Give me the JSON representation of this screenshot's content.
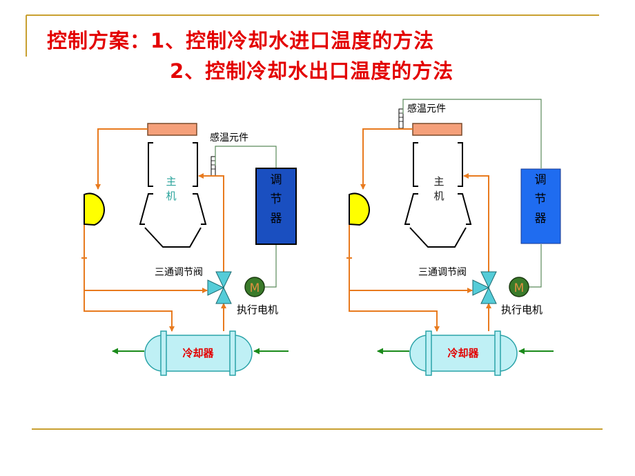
{
  "slide": {
    "title_line1": "控制方案：1、控制冷却水进口温度的方法",
    "title_line2": "2、控制冷却水出口温度的方法"
  },
  "diagram_left": {
    "sensor_label": "感温元件",
    "engine_label": [
      "主",
      "机"
    ],
    "regulator_label": [
      "调",
      "节",
      "器"
    ],
    "valve_label": "三通调节阀",
    "motor_label": "执行电机",
    "motor_symbol": "M",
    "cooler_label": "冷却器",
    "regulator_color": "#1a4fc0",
    "engine_label_color": "#2aa39b"
  },
  "diagram_right": {
    "sensor_label": "感温元件",
    "engine_label": [
      "主",
      "机"
    ],
    "regulator_label": [
      "调",
      "节",
      "器"
    ],
    "valve_label": "三通调节阀",
    "motor_label": "执行电机",
    "motor_symbol": "M",
    "cooler_label": "冷却器",
    "regulator_color": "#1f6cf0",
    "engine_label_color": "#222222"
  },
  "colors": {
    "title": "#e30000",
    "pipe": "#e87a1e",
    "signal_line": "#5a8a5a",
    "pump": "#ffff00",
    "cooler": "#bff0f5",
    "cooler_stroke": "#2aa3a8",
    "valve": "#55ccd8",
    "motor": "#3a7a2a",
    "sea_water": "#1a8a1a",
    "rule": "#c8a030",
    "header_box": "#f5a07a"
  }
}
